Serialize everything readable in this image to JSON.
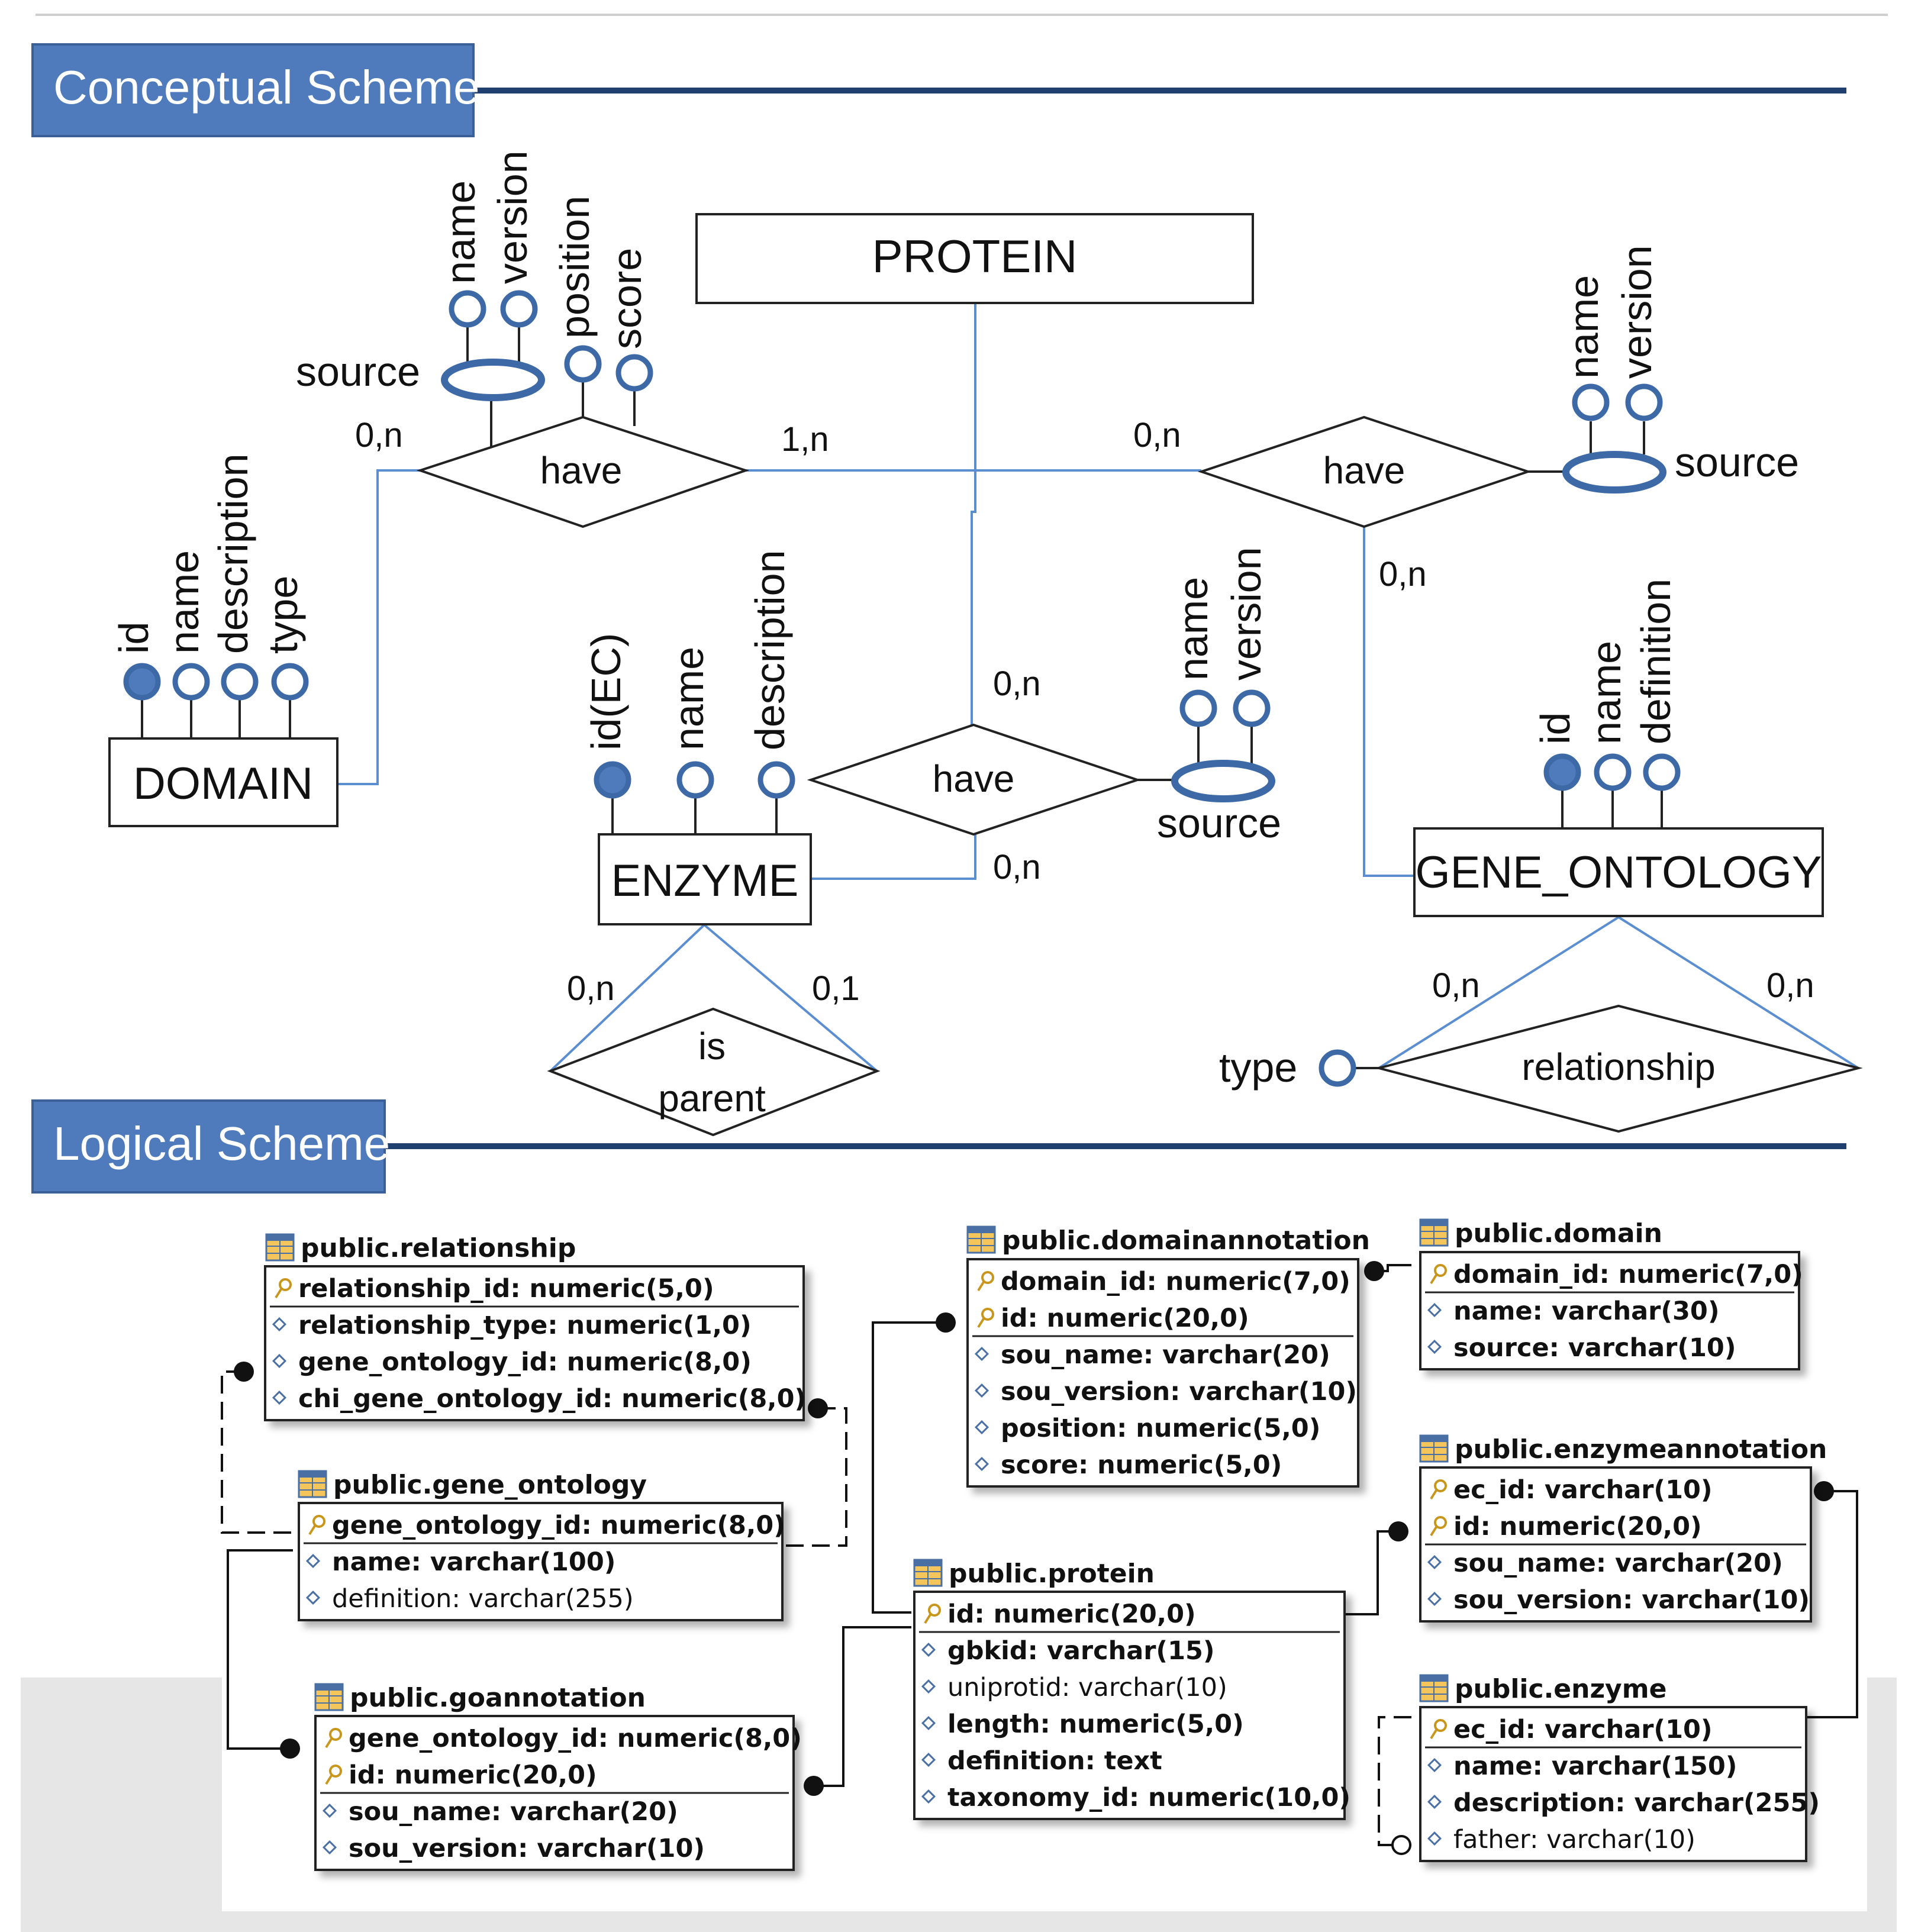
{
  "sections": {
    "conceptual": "Conceptual Scheme",
    "logical": "Logical Scheme"
  },
  "colors": {
    "banner": "#4f7bbd",
    "rule": "#1f3f6e",
    "er_line": "#5b8ed0",
    "attr_stroke": "#3d6aa6",
    "grey_band": "#e6e6e6"
  },
  "conceptual": {
    "entities": {
      "protein": "PROTEIN",
      "domain": "DOMAIN",
      "enzyme": "ENZYME",
      "gene_ontology": "GENE_ONTOLOGY"
    },
    "relationships": {
      "have_domain": "have",
      "have_go": "have",
      "have_enzyme": "have",
      "is_parent_1": "is",
      "is_parent_2": "parent",
      "go_relationship": "relationship"
    },
    "cardinalities": {
      "domain_have": "0,n",
      "protein_have_left": "1,n",
      "protein_have_right": "0,n",
      "go_have": "0,n",
      "protein_have_enzyme": "0,n",
      "enzyme_have": "0,n",
      "enzyme_parent_left": "0,n",
      "enzyme_parent_right": "0,1",
      "go_rel_left": "0,n",
      "go_rel_right": "0,n"
    },
    "attributes": {
      "domain_source": "source",
      "domain_source_name": "name",
      "domain_source_version": "version",
      "domain_position": "position",
      "domain_score": "score",
      "go_source": "source",
      "go_source_name": "name",
      "go_source_version": "version",
      "domain_id": "id",
      "domain_name": "name",
      "domain_description": "description",
      "domain_type": "type",
      "enzyme_id": "id(EC)",
      "enzyme_name": "name",
      "enzyme_description": "description",
      "enzyme_source": "source",
      "enzyme_source_name": "name",
      "enzyme_source_version": "version",
      "go_id": "id",
      "go_name": "name",
      "go_definition": "definition",
      "go_rel_type": "type"
    }
  },
  "tables": {
    "relationship": {
      "title": "public.relationship",
      "cols": [
        {
          "text": "relationship_id: numeric(5,0)",
          "pk": true,
          "bold": true
        },
        {
          "text": "relationship_type: numeric(1,0)",
          "pk": false,
          "bold": true
        },
        {
          "text": "gene_ontology_id: numeric(8,0)",
          "pk": false,
          "bold": true
        },
        {
          "text": "chi_gene_ontology_id: numeric(8,0)",
          "pk": false,
          "bold": true
        }
      ]
    },
    "gene_ontology": {
      "title": "public.gene_ontology",
      "cols": [
        {
          "text": "gene_ontology_id: numeric(8,0)",
          "pk": true,
          "bold": true
        },
        {
          "text": "name: varchar(100)",
          "pk": false,
          "bold": true
        },
        {
          "text": "definition: varchar(255)",
          "pk": false,
          "bold": false
        }
      ]
    },
    "goannotation": {
      "title": "public.goannotation",
      "cols": [
        {
          "text": "gene_ontology_id: numeric(8,0)",
          "pk": true,
          "bold": true
        },
        {
          "text": "id: numeric(20,0)",
          "pk": true,
          "bold": true
        },
        {
          "text": "sou_name: varchar(20)",
          "pk": false,
          "bold": true
        },
        {
          "text": "sou_version: varchar(10)",
          "pk": false,
          "bold": true
        }
      ]
    },
    "domainannotation": {
      "title": "public.domainannotation",
      "cols": [
        {
          "text": "domain_id: numeric(7,0)",
          "pk": true,
          "bold": true
        },
        {
          "text": "id: numeric(20,0)",
          "pk": true,
          "bold": true
        },
        {
          "text": "sou_name: varchar(20)",
          "pk": false,
          "bold": true
        },
        {
          "text": "sou_version: varchar(10)",
          "pk": false,
          "bold": true
        },
        {
          "text": "position: numeric(5,0)",
          "pk": false,
          "bold": true
        },
        {
          "text": "score: numeric(5,0)",
          "pk": false,
          "bold": true
        }
      ]
    },
    "protein": {
      "title": "public.protein",
      "cols": [
        {
          "text": "id: numeric(20,0)",
          "pk": true,
          "bold": true
        },
        {
          "text": "gbkid: varchar(15)",
          "pk": false,
          "bold": true
        },
        {
          "text": "uniprotid: varchar(10)",
          "pk": false,
          "bold": false
        },
        {
          "text": "length: numeric(5,0)",
          "pk": false,
          "bold": true
        },
        {
          "text": "definition: text",
          "pk": false,
          "bold": true
        },
        {
          "text": "taxonomy_id: numeric(10,0)",
          "pk": false,
          "bold": true
        }
      ]
    },
    "domain": {
      "title": "public.domain",
      "cols": [
        {
          "text": "domain_id: numeric(7,0)",
          "pk": true,
          "bold": true
        },
        {
          "text": "name: varchar(30)",
          "pk": false,
          "bold": true
        },
        {
          "text": "source: varchar(10)",
          "pk": false,
          "bold": true
        }
      ]
    },
    "enzymeannotation": {
      "title": "public.enzymeannotation",
      "cols": [
        {
          "text": "ec_id: varchar(10)",
          "pk": true,
          "bold": true
        },
        {
          "text": "id: numeric(20,0)",
          "pk": true,
          "bold": true
        },
        {
          "text": "sou_name: varchar(20)",
          "pk": false,
          "bold": true
        },
        {
          "text": "sou_version: varchar(10)",
          "pk": false,
          "bold": true
        }
      ]
    },
    "enzyme": {
      "title": "public.enzyme",
      "cols": [
        {
          "text": "ec_id: varchar(10)",
          "pk": true,
          "bold": true
        },
        {
          "text": "name: varchar(150)",
          "pk": false,
          "bold": true
        },
        {
          "text": "description: varchar(255)",
          "pk": false,
          "bold": true
        },
        {
          "text": "father: varchar(10)",
          "pk": false,
          "bold": false
        }
      ]
    }
  }
}
